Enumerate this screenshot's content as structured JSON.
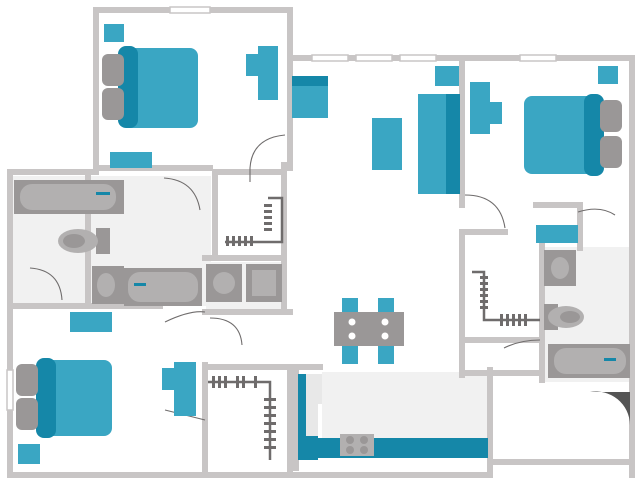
{
  "colors": {
    "wall": "#c8c5c5",
    "wall_dark": "#8f8c8c",
    "furniture": "#3aa6c3",
    "furniture_dark": "#1587a8",
    "fixture": "#b2b0b0",
    "fixture_dark": "#9a9797",
    "tile": "#f1f1f1",
    "closet_rod": "#6f6c6c",
    "door_swing": "#6f6c6c",
    "entry_door": "#555555",
    "background": "#ffffff"
  },
  "icons": {
    "bed": "bed-icon",
    "sofa": "sofa-icon",
    "armchair": "armchair-icon",
    "desk": "desk-icon",
    "dresser": "dresser-icon",
    "nightstand": "nightstand-icon",
    "bathtub": "bathtub-icon",
    "toilet": "toilet-icon",
    "sink": "sink-icon",
    "dining_table": "dining-table-icon",
    "chair": "chair-icon",
    "washer": "washer-icon",
    "dryer": "dryer-icon",
    "stove": "stove-icon",
    "kitchen_counter": "kitchen-counter-icon",
    "closet_hangers": "closet-hangers-icon",
    "door": "door-swing-icon",
    "window": "window-icon",
    "entry_door": "entry-door-icon"
  },
  "rooms": [
    "bedroom-top-left",
    "bedroom-top-right",
    "bedroom-bottom-left",
    "bathroom-left",
    "bathroom-right",
    "living-room",
    "dining-area",
    "kitchen",
    "laundry",
    "closet-walk-in-left",
    "closet-walk-in-right",
    "closet-bottom"
  ]
}
